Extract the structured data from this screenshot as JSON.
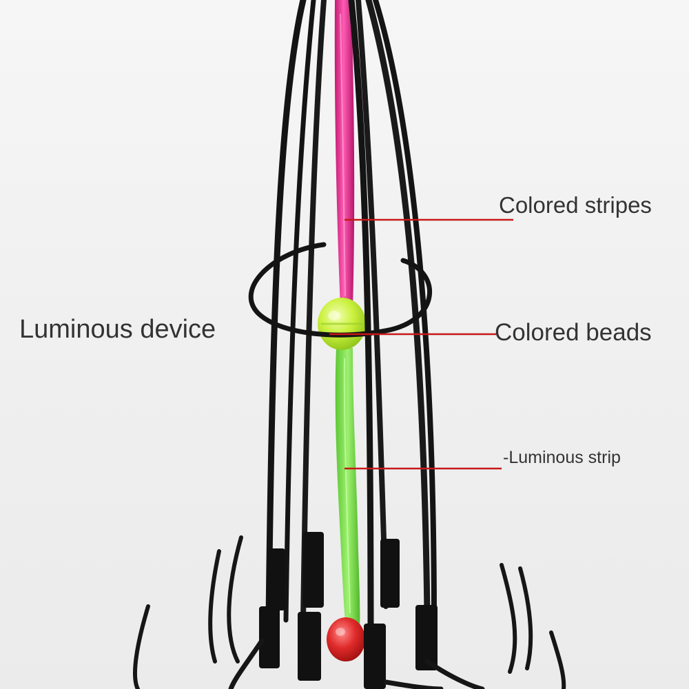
{
  "labels": {
    "colored_stripes": "Colored stripes",
    "luminous_device": "Luminous device",
    "colored_beads": "Colored beads",
    "luminous_strip": "-Luminous strip"
  },
  "colors": {
    "background": "#f1f1f1",
    "wire": "#141414",
    "pink_stripe": "#e0338f",
    "green_strip": "#7ee04a",
    "bead_green": "#c6ef3a",
    "bead_red": "#d82424",
    "callout_line": "#c81818",
    "label_text": "#333333"
  }
}
